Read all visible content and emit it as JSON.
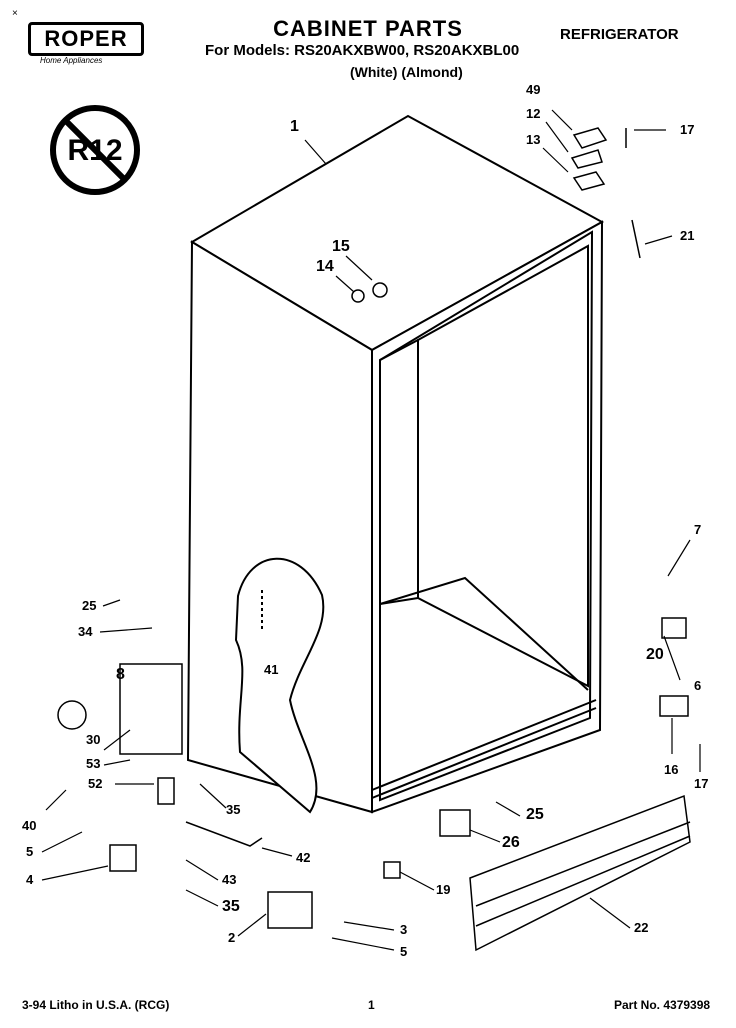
{
  "header": {
    "corner_mark": "×",
    "brand": "ROPER",
    "brand_tagline": "Home Appliances",
    "title": "CABINET PARTS",
    "category": "REFRIGERATOR",
    "models_line": "For Models: RS20AKXBW00, RS20AKXBL00",
    "colors_line": "(White)  (Almond)"
  },
  "badge": {
    "text": "R12",
    "icon": "no-r12-symbol-icon"
  },
  "callouts": [
    {
      "id": "c1",
      "label": "1"
    },
    {
      "id": "c49",
      "label": "49"
    },
    {
      "id": "c12",
      "label": "12"
    },
    {
      "id": "c13",
      "label": "13"
    },
    {
      "id": "c17a",
      "label": "17"
    },
    {
      "id": "c21",
      "label": "21"
    },
    {
      "id": "c15",
      "label": "15"
    },
    {
      "id": "c14",
      "label": "14"
    },
    {
      "id": "c7",
      "label": "7"
    },
    {
      "id": "c25a",
      "label": "25"
    },
    {
      "id": "c34",
      "label": "34"
    },
    {
      "id": "c8",
      "label": "8"
    },
    {
      "id": "c41",
      "label": "41"
    },
    {
      "id": "c20",
      "label": "20"
    },
    {
      "id": "c6",
      "label": "6"
    },
    {
      "id": "c30",
      "label": "30"
    },
    {
      "id": "c53",
      "label": "53"
    },
    {
      "id": "c52",
      "label": "52"
    },
    {
      "id": "c16",
      "label": "16"
    },
    {
      "id": "c17b",
      "label": "17"
    },
    {
      "id": "c40",
      "label": "40"
    },
    {
      "id": "c35a",
      "label": "35"
    },
    {
      "id": "c25b",
      "label": "25"
    },
    {
      "id": "c26",
      "label": "26"
    },
    {
      "id": "c5a",
      "label": "5"
    },
    {
      "id": "c42",
      "label": "42"
    },
    {
      "id": "c4",
      "label": "4"
    },
    {
      "id": "c43",
      "label": "43"
    },
    {
      "id": "c19",
      "label": "19"
    },
    {
      "id": "c35b",
      "label": "35"
    },
    {
      "id": "c22",
      "label": "22"
    },
    {
      "id": "c3",
      "label": "3"
    },
    {
      "id": "c2",
      "label": "2"
    },
    {
      "id": "c5b",
      "label": "5"
    }
  ],
  "footer": {
    "litho": "3-94 Litho in U.S.A. (RCG)",
    "page": "1",
    "part_no": "Part No. 4379398"
  }
}
